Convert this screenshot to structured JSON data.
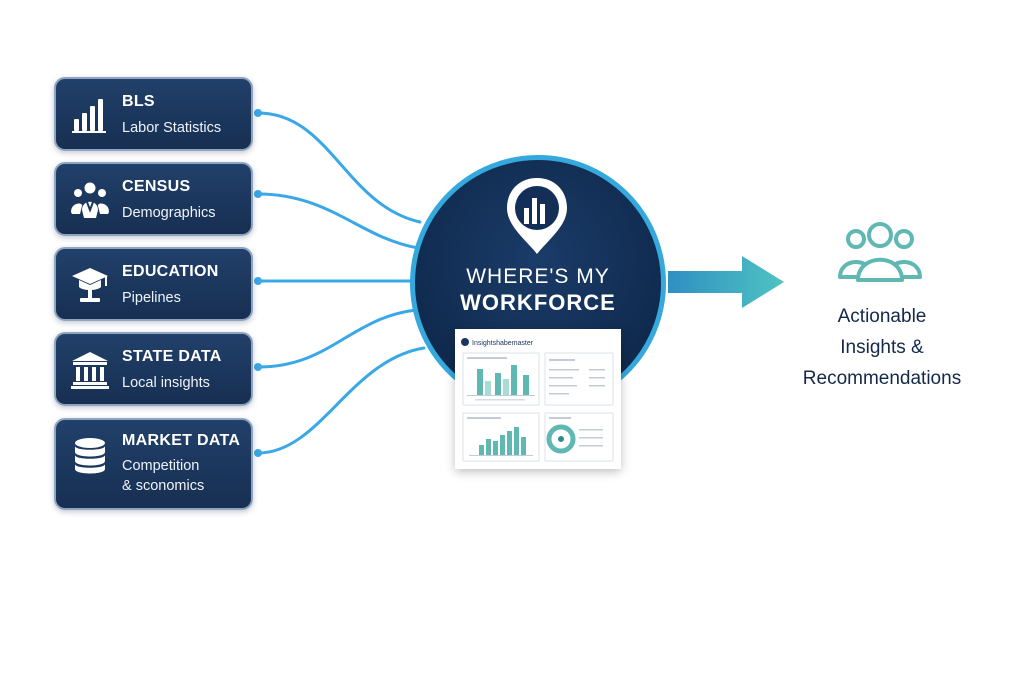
{
  "sources": [
    {
      "title": "BLS",
      "subtitle": [
        "Labor Statistics"
      ],
      "icon": "bar-chart-icon"
    },
    {
      "title": "CENSUS",
      "subtitle": [
        "Demographics"
      ],
      "icon": "people-icon"
    },
    {
      "title": "EDUCATION",
      "subtitle": [
        "Pipelines"
      ],
      "icon": "graduation-cap-icon"
    },
    {
      "title": "STATE DATA",
      "subtitle": [
        "Local insights"
      ],
      "icon": "government-building-icon"
    },
    {
      "title": "MARKET DATA",
      "subtitle": [
        "Competition",
        "& sconomics"
      ],
      "icon": "database-icon"
    }
  ],
  "hub": {
    "line1": "WHERE'S MY",
    "line2": "WORKFORCE",
    "logo_icon": "location-pin-chart-icon",
    "dashboard_title": "Insightshabemaster"
  },
  "output": {
    "icon": "team-icon",
    "lines": [
      "Actionable",
      "Insights &",
      "Recommendations"
    ]
  },
  "colors": {
    "card_bg": "#1b3760",
    "card_border": "#8fa4bf",
    "connector": "#3aa7e6",
    "hub_bg": "#102a4e",
    "hub_ring": "#35a9dd",
    "arrow": "#4bbfc4",
    "accent_teal": "#5fb8b2",
    "output_text": "#14284a"
  }
}
